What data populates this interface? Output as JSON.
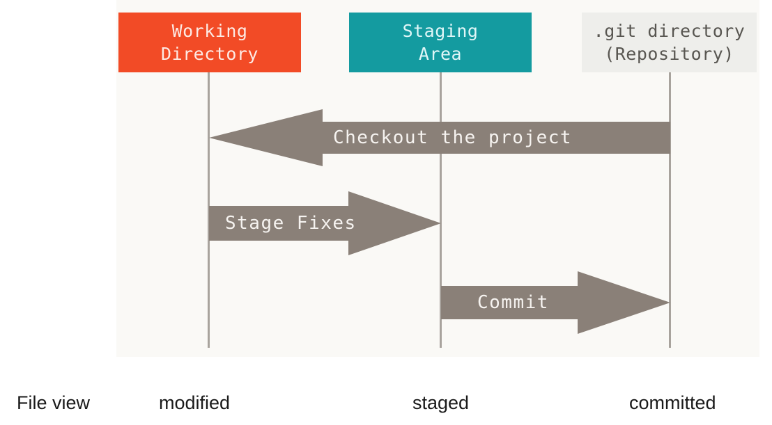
{
  "diagram": {
    "title_boxes": [
      {
        "id": "working",
        "line1": "Working",
        "line2": "Directory",
        "color": "#f24b26",
        "text_color": "#fdeae4"
      },
      {
        "id": "staging",
        "line1": "Staging",
        "line2": "Area",
        "color": "#149ba0",
        "text_color": "#dff6f7"
      },
      {
        "id": "git",
        "line1": ".git directory",
        "line2": "(Repository)",
        "color": "#eeeeeb",
        "text_color": "#585651"
      }
    ],
    "arrows": [
      {
        "id": "checkout",
        "label": "Checkout the project",
        "direction": "left",
        "from": "git",
        "to": "working",
        "color": "#8a8078",
        "label_color": "#f6f3f0"
      },
      {
        "id": "stage",
        "label": "Stage Fixes",
        "direction": "right",
        "from": "working",
        "to": "staging",
        "color": "#8a8078",
        "label_color": "#f6f3f0"
      },
      {
        "id": "commit",
        "label": "Commit",
        "direction": "right",
        "from": "staging",
        "to": "git",
        "color": "#8a8078",
        "label_color": "#f6f3f0"
      }
    ],
    "lifeline_color": "#a8a39d",
    "panel_color": "#faf9f6"
  },
  "caption_row": {
    "label": "File view",
    "states": [
      {
        "id": "modified",
        "label": "modified"
      },
      {
        "id": "staged",
        "label": "staged"
      },
      {
        "id": "committed",
        "label": "committed"
      }
    ]
  }
}
